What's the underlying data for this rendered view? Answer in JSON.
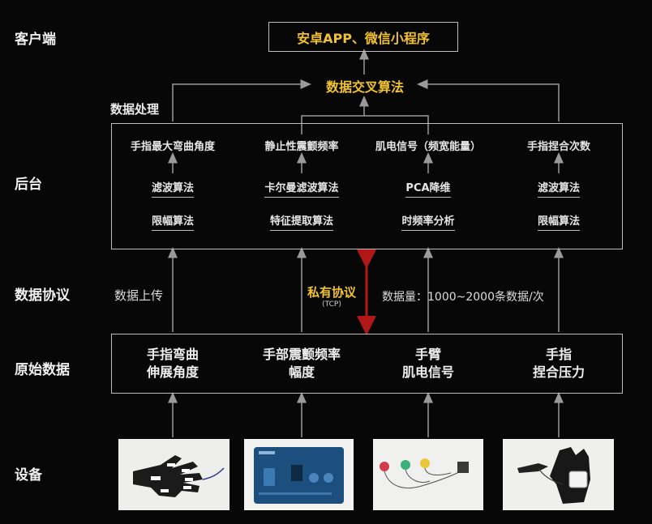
{
  "layers": {
    "client": "客户端",
    "backend": "后台",
    "protocol": "数据协议",
    "raw": "原始数据",
    "device": "设备"
  },
  "client_box": "安卓APP、微信小程序",
  "fusion": "数据交叉算法",
  "data_processing_label": "数据处理",
  "columns": [
    {
      "feature": "手指最大弯曲角度",
      "step1": "滤波算法",
      "step2": "限幅算法",
      "raw_line1": "手指弯曲",
      "raw_line2": "伸展角度"
    },
    {
      "feature": "静止性震颤频率",
      "step1": "卡尔曼滤波算法",
      "step2": "特征提取算法",
      "raw_line1": "手部震颤频率",
      "raw_line2": "幅度"
    },
    {
      "feature": "肌电信号（频宽能量）",
      "step1": "PCA降维",
      "step2": "时频率分析",
      "raw_line1": "手臂",
      "raw_line2": "肌电信号"
    },
    {
      "feature": "手指捏合次数",
      "step1": "滤波算法",
      "step2": "限幅算法",
      "raw_line1": "手指",
      "raw_line2": "捏合压力"
    }
  ],
  "upload_label": "数据上传",
  "private_protocol": "私有协议",
  "protocol_sub": "(TCP)",
  "data_volume": "数据量：1000~2000条数据/次",
  "colors": {
    "accent_yellow": "#f2c230",
    "protocol_arrow": "#b01818",
    "line": "#9a9a9a"
  }
}
